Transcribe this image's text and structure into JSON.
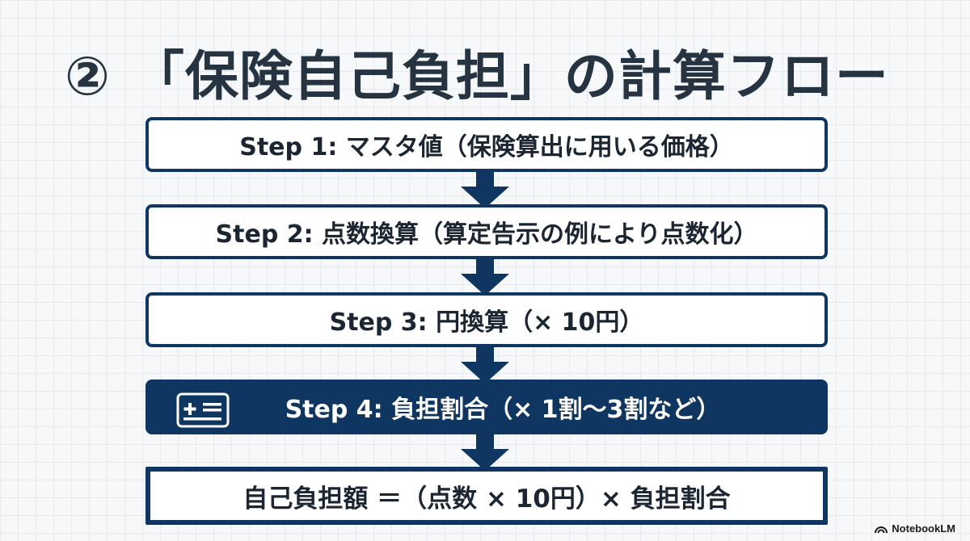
{
  "title": {
    "number": "②",
    "text": "「保険自己負担」の計算フロー"
  },
  "steps": [
    {
      "label": "Step 1: マスタ値（保険算出に用いる価格）"
    },
    {
      "label": "Step 2: 点数換算（算定告示の例により点数化）"
    },
    {
      "label": "Step 3: 円換算（× 10円）"
    },
    {
      "label": "Step 4: 負担割合（× 1割〜3割など）",
      "icon": "insurance-card-icon"
    }
  ],
  "result": {
    "formula": "自己負担額 ＝（点数 × 10円）× 負担割合"
  },
  "brand": {
    "name": "NotebookLM",
    "icon": "notebooklm-logo-icon"
  },
  "colors": {
    "accent": "#0f3661",
    "text": "#1c2632",
    "background": "#f7f8fa"
  }
}
